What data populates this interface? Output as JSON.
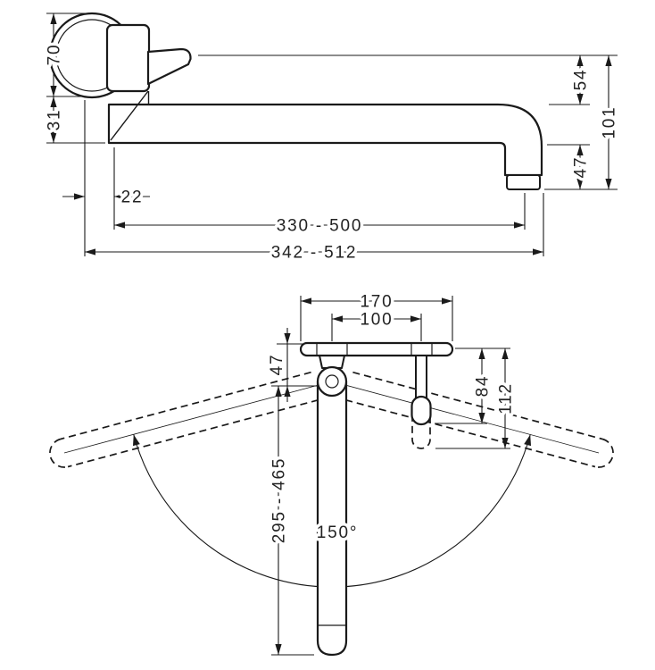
{
  "drawing": {
    "type": "technical-dimension-drawing",
    "colors": {
      "line": "#1a1a1a",
      "background": "#ffffff"
    },
    "side_view": {
      "escutcheon_height": "70",
      "body_to_spout": "31",
      "escutcheon_depth": "22",
      "top_to_spout": "54",
      "total_height": "101",
      "spout_drop": "47",
      "spout_reach": "330 - 500",
      "total_reach": "342 - 512"
    },
    "top_view": {
      "plate_width": "170",
      "hole_distance": "100",
      "wall_to_pivot": "47",
      "handle_projection": "84",
      "handle_projection_open": "112",
      "spout_length": "295 - 465",
      "swivel_angle": "150°"
    }
  }
}
